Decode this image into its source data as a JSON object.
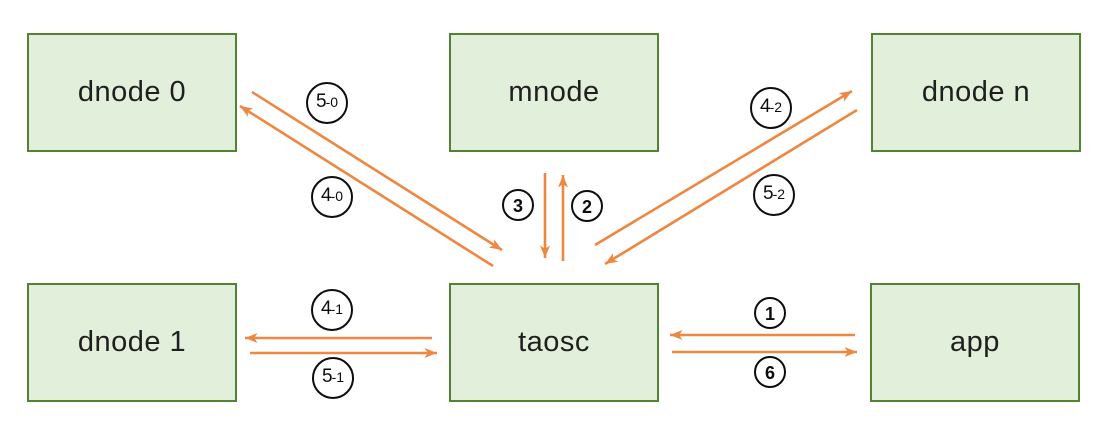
{
  "nodes": {
    "dnode0": {
      "label": "dnode 0"
    },
    "mnode": {
      "label": "mnode"
    },
    "dnoden": {
      "label": "dnode n"
    },
    "dnode1": {
      "label": "dnode 1"
    },
    "taosc": {
      "label": "taosc"
    },
    "app": {
      "label": "app"
    }
  },
  "edges": [
    {
      "id": "5-0",
      "from": "dnode0",
      "to": "taosc",
      "label_main": "5",
      "label_sub": "-0"
    },
    {
      "id": "4-0",
      "from": "taosc",
      "to": "dnode0",
      "label_main": "4",
      "label_sub": "-0"
    },
    {
      "id": "3",
      "from": "mnode",
      "to": "taosc",
      "label_main": "3",
      "label_sub": ""
    },
    {
      "id": "2",
      "from": "taosc",
      "to": "mnode",
      "label_main": "2",
      "label_sub": ""
    },
    {
      "id": "4-2",
      "from": "taosc",
      "to": "dnoden",
      "label_main": "4",
      "label_sub": "-2"
    },
    {
      "id": "5-2",
      "from": "dnoden",
      "to": "taosc",
      "label_main": "5",
      "label_sub": "-2"
    },
    {
      "id": "4-1",
      "from": "taosc",
      "to": "dnode1",
      "label_main": "4",
      "label_sub": "-1"
    },
    {
      "id": "5-1",
      "from": "dnode1",
      "to": "taosc",
      "label_main": "5",
      "label_sub": "-1"
    },
    {
      "id": "1",
      "from": "app",
      "to": "taosc",
      "label_main": "1",
      "label_sub": ""
    },
    {
      "id": "6",
      "from": "taosc",
      "to": "app",
      "label_main": "6",
      "label_sub": ""
    }
  ],
  "colors": {
    "node_fill": "#e2efda",
    "node_border": "#548235",
    "arrow": "#ee8742",
    "label_circle_border": "#0d0d0d",
    "text": "#1f1f1f"
  }
}
